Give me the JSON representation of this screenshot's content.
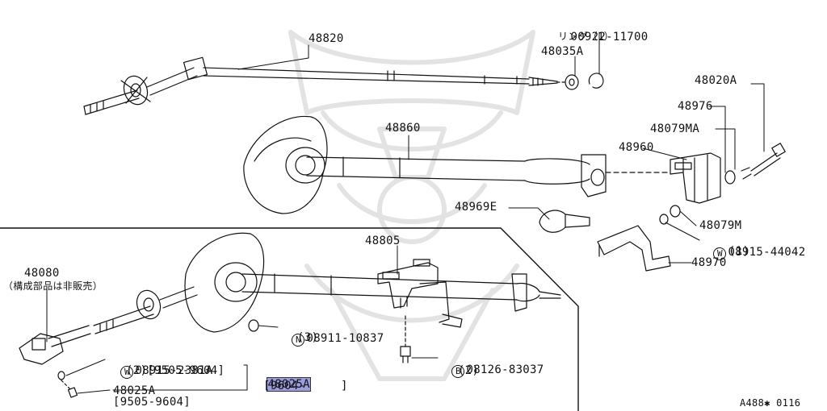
{
  "diagram": {
    "figure_code": "A488✱ 0116",
    "highlight_color": "#9c9ee0",
    "callouts": {
      "p00922": {
        "part": "00922-11700",
        "note": "リング（1）"
      },
      "p48820": {
        "part": "48820"
      },
      "p48035a": {
        "part": "48035A"
      },
      "p48020a": {
        "part": "48020A"
      },
      "p48976": {
        "part": "48976"
      },
      "p48079ma": {
        "part": "48079MA"
      },
      "p48960": {
        "part": "48960"
      },
      "p48860": {
        "part": "48860"
      },
      "p48969e": {
        "part": "48969E"
      },
      "p48079m": {
        "part": "48079M"
      },
      "p08915_44042": {
        "badge": "W",
        "part": "08915-44042",
        "qty": "(1)"
      },
      "p48970": {
        "part": "48970"
      },
      "p48805": {
        "part": "48805"
      },
      "p48080": {
        "part": "48080",
        "note": "（構成部品は非販売）"
      },
      "p08911": {
        "badge": "N",
        "part": "08911-10837",
        "qty": "(3)"
      },
      "p08126": {
        "badge": "B",
        "part": "08126-83037",
        "qty": "(2)"
      },
      "p08915_2381a": {
        "badge": "W",
        "part": "08915-2381A",
        "qty": "(2)[9505-9604]"
      },
      "p48025a": {
        "part": "48025A",
        "range": "[9604-     ]"
      },
      "p48025a_old": {
        "part": "48025A",
        "range": "[9505-9604]"
      }
    }
  }
}
